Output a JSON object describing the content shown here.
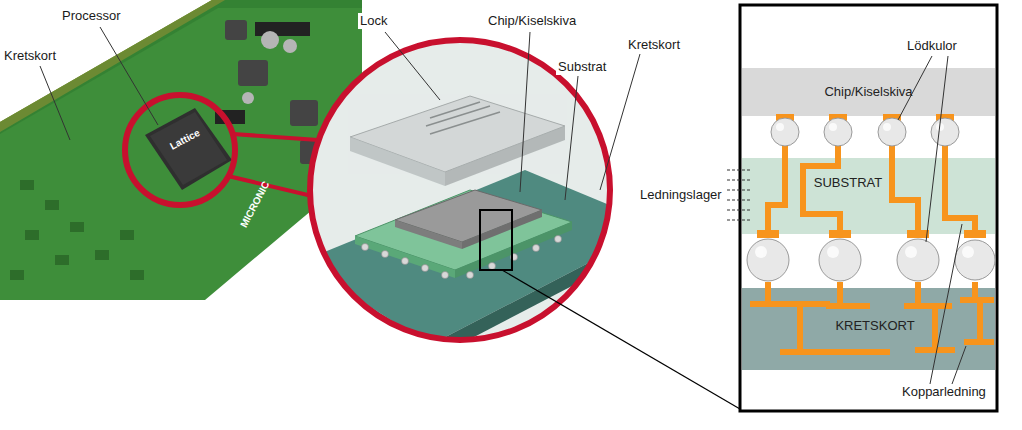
{
  "diagram": {
    "nodes": [
      {
        "text": [
          "Chip/Kiselskiva"
        ]
      },
      {
        "text": [
          "SUBSTRAT"
        ]
      },
      {
        "text": [
          "KRETSKORT"
        ]
      }
    ],
    "labels": [
      "Kretskort",
      "Processor",
      "Lattice",
      "MICRONIC",
      "Lock",
      "Chip/Kiselskiva",
      "Kretskort",
      "Substrat",
      "Lödkulor",
      "Ledningslager",
      "Kopparledning"
    ]
  }
}
